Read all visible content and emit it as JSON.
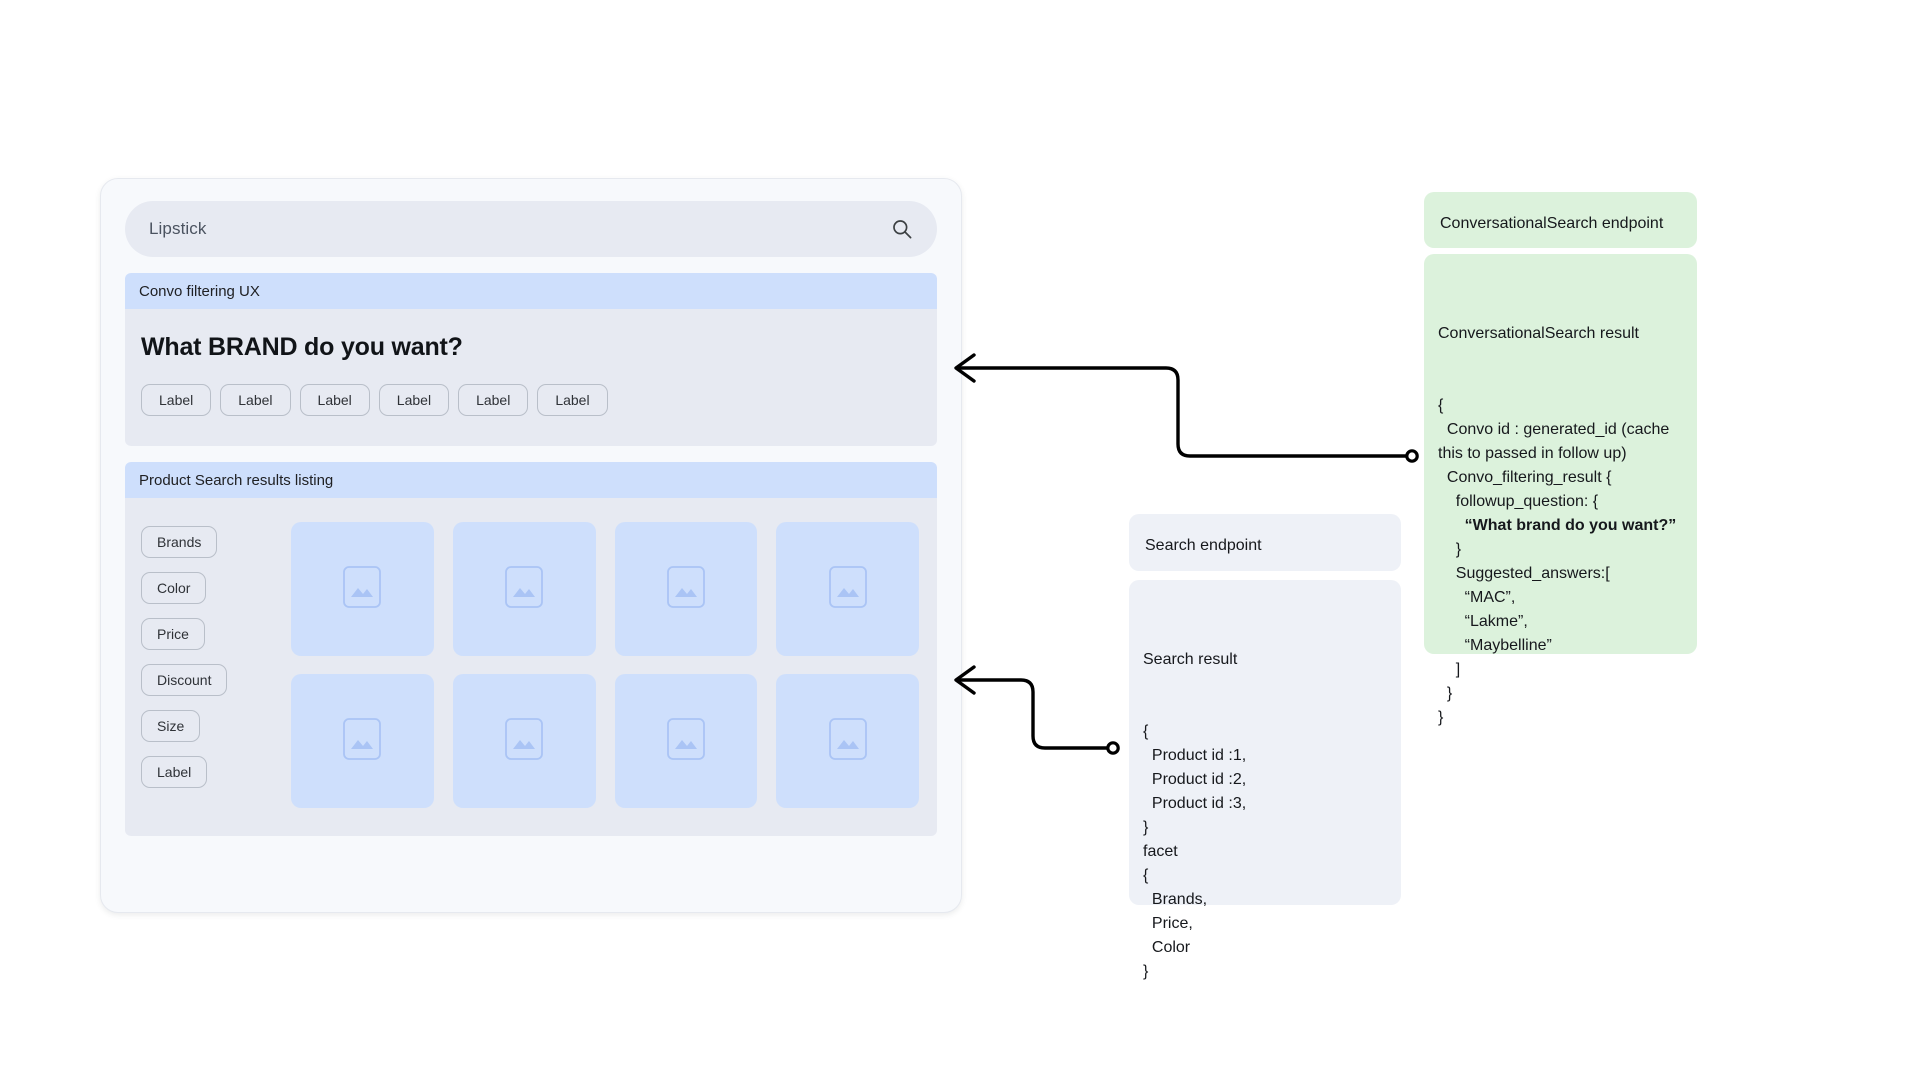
{
  "mock": {
    "search": {
      "value": "Lipstick",
      "icon": "search-icon"
    },
    "convo_section": {
      "header": "Convo filtering UX",
      "question": "What BRAND do you want?",
      "chips": [
        "Label",
        "Label",
        "Label",
        "Label",
        "Label",
        "Label"
      ]
    },
    "listing_section": {
      "header": "Product Search results listing",
      "facets": [
        "Brands",
        "Color",
        "Price",
        "Discount",
        "Size",
        "Label"
      ],
      "product_cards": [
        {
          "icon": "image-placeholder-icon"
        },
        {
          "icon": "image-placeholder-icon"
        },
        {
          "icon": "image-placeholder-icon"
        },
        {
          "icon": "image-placeholder-icon"
        },
        {
          "icon": "image-placeholder-icon"
        },
        {
          "icon": "image-placeholder-icon"
        },
        {
          "icon": "image-placeholder-icon"
        },
        {
          "icon": "image-placeholder-icon"
        }
      ]
    }
  },
  "annotations": {
    "conversational_search_endpoint": {
      "label": "ConversationalSearch endpoint"
    },
    "conversational_search_result": {
      "title": "ConversationalSearch result",
      "lines": [
        {
          "text": "{",
          "bold": false,
          "wrap": false
        },
        {
          "text": "  Convo id : generated_id (cache this to passed in follow up)",
          "bold": false,
          "wrap": true
        },
        {
          "text": "  Convo_filtering_result {",
          "bold": false,
          "wrap": false
        },
        {
          "text": "    followup_question: {",
          "bold": false,
          "wrap": false
        },
        {
          "text": "      “What brand do you want?”",
          "bold": true,
          "wrap": false
        },
        {
          "text": "    }",
          "bold": false,
          "wrap": false
        },
        {
          "text": "    Suggested_answers:[",
          "bold": false,
          "wrap": false
        },
        {
          "text": "      “MAC”,",
          "bold": false,
          "wrap": false
        },
        {
          "text": "      “Lakme”,",
          "bold": false,
          "wrap": false
        },
        {
          "text": "      “Maybelline”",
          "bold": false,
          "wrap": false
        },
        {
          "text": "    ]",
          "bold": false,
          "wrap": false
        },
        {
          "text": "  }",
          "bold": false,
          "wrap": false
        },
        {
          "text": "}",
          "bold": false,
          "wrap": false
        }
      ]
    },
    "search_endpoint": {
      "label": "Search endpoint"
    },
    "search_result": {
      "title": "Search result",
      "lines": [
        {
          "text": "{",
          "bold": false,
          "wrap": false
        },
        {
          "text": "  Product id :1,",
          "bold": false,
          "wrap": false
        },
        {
          "text": "  Product id :2,",
          "bold": false,
          "wrap": false
        },
        {
          "text": "  Product id :3,",
          "bold": false,
          "wrap": false
        },
        {
          "text": "}",
          "bold": false,
          "wrap": false
        },
        {
          "text": "facet",
          "bold": false,
          "wrap": false
        },
        {
          "text": "{",
          "bold": false,
          "wrap": false
        },
        {
          "text": "  Brands,",
          "bold": false,
          "wrap": false
        },
        {
          "text": "  Price,",
          "bold": false,
          "wrap": false
        },
        {
          "text": "  Color",
          "bold": false,
          "wrap": false
        },
        {
          "text": "}",
          "bold": false,
          "wrap": false
        }
      ]
    }
  },
  "colors": {
    "band_blue": "#cedffc",
    "panel_grey": "#e7eaf2",
    "annotation_green": "#dcf2dc",
    "annotation_grey": "#eef1f7",
    "connector": "#000000"
  }
}
